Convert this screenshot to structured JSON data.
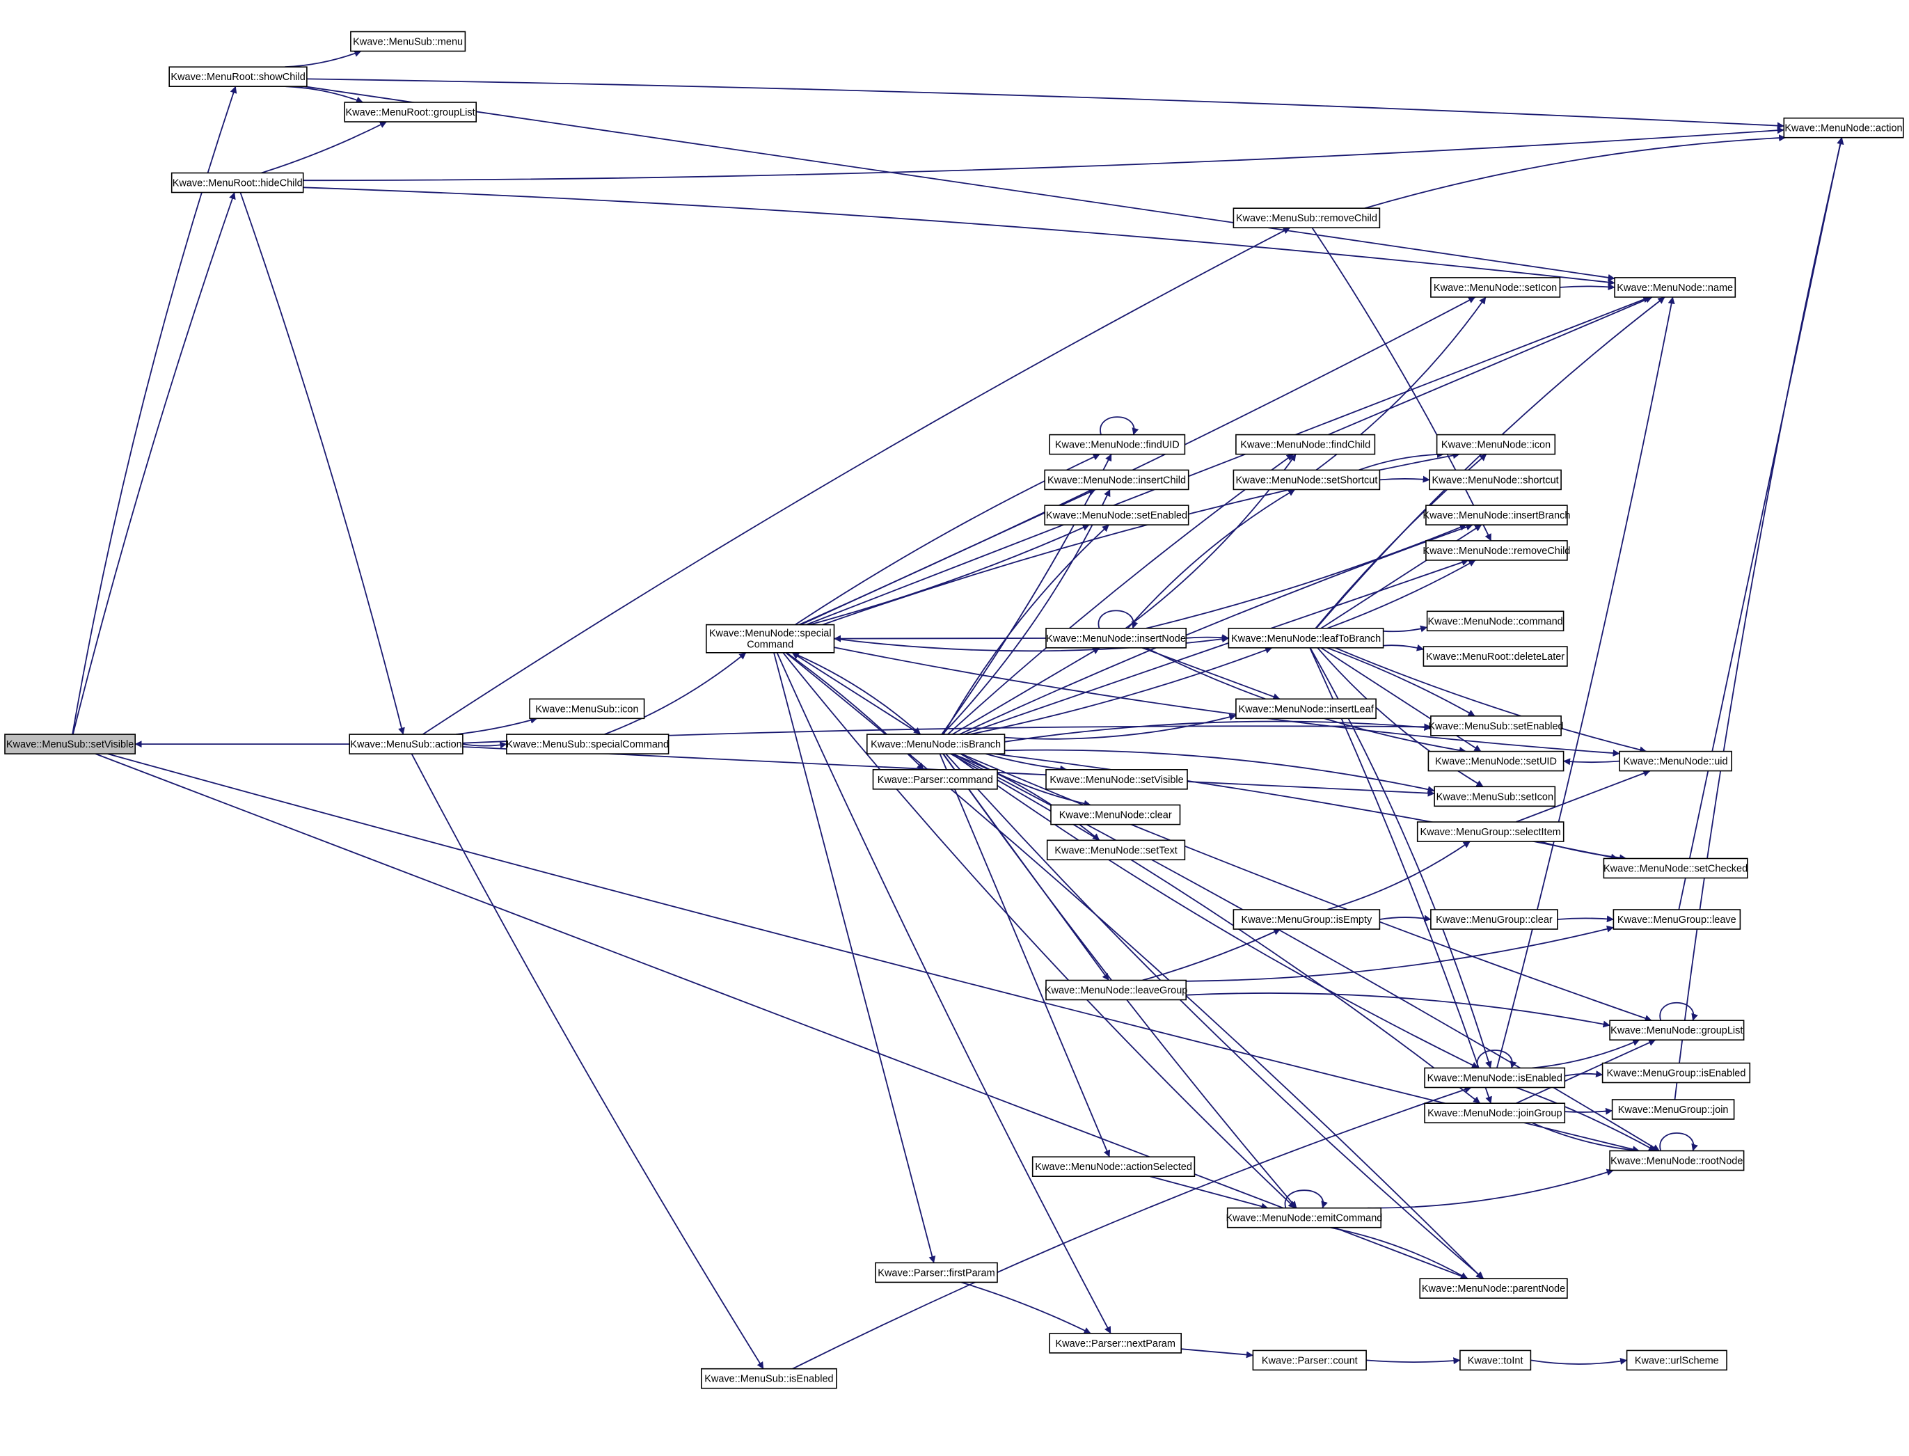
{
  "graph": {
    "edge_color": "#191970",
    "highlight_fill": "#bfbfbf",
    "nodes": [
      {
        "id": "setVisibleSub",
        "label": "Kwave::MenuSub::setVisible",
        "highlight": true
      },
      {
        "id": "showChild",
        "label": "Kwave::MenuRoot::showChild"
      },
      {
        "id": "subMenu",
        "label": "Kwave::MenuSub::menu"
      },
      {
        "id": "rootGroupList",
        "label": "Kwave::MenuRoot::groupList"
      },
      {
        "id": "hideChild",
        "label": "Kwave::MenuRoot::hideChild"
      },
      {
        "id": "nodeAction",
        "label": "Kwave::MenuNode::action"
      },
      {
        "id": "subRemoveChild",
        "label": "Kwave::MenuSub::removeChild"
      },
      {
        "id": "nodeSetIcon",
        "label": "Kwave::MenuNode::setIcon"
      },
      {
        "id": "nodeName",
        "label": "Kwave::MenuNode::name"
      },
      {
        "id": "findUID",
        "label": "Kwave::MenuNode::findUID"
      },
      {
        "id": "findChild",
        "label": "Kwave::MenuNode::findChild"
      },
      {
        "id": "nodeIcon",
        "label": "Kwave::MenuNode::icon"
      },
      {
        "id": "insertChild",
        "label": "Kwave::MenuNode::insertChild"
      },
      {
        "id": "setShortcut",
        "label": "Kwave::MenuNode::setShortcut"
      },
      {
        "id": "shortcut",
        "label": "Kwave::MenuNode::shortcut"
      },
      {
        "id": "nodeSetEnabled",
        "label": "Kwave::MenuNode::setEnabled"
      },
      {
        "id": "insertBranch",
        "label": "Kwave::MenuNode::insertBranch"
      },
      {
        "id": "nodeRemoveChild",
        "label": "Kwave::MenuNode::removeChild"
      },
      {
        "id": "specialCommandNode",
        "label": "Kwave::MenuNode::special\nCommand"
      },
      {
        "id": "insertNode",
        "label": "Kwave::MenuNode::insertNode"
      },
      {
        "id": "leafToBranch",
        "label": "Kwave::MenuNode::leafToBranch"
      },
      {
        "id": "nodeCommand",
        "label": "Kwave::MenuNode::command"
      },
      {
        "id": "deleteLater",
        "label": "Kwave::MenuRoot::deleteLater"
      },
      {
        "id": "subIcon",
        "label": "Kwave::MenuSub::icon"
      },
      {
        "id": "subAction",
        "label": "Kwave::MenuSub::action"
      },
      {
        "id": "subSpecialCommand",
        "label": "Kwave::MenuSub::specialCommand"
      },
      {
        "id": "isBranch",
        "label": "Kwave::MenuNode::isBranch"
      },
      {
        "id": "insertLeaf",
        "label": "Kwave::MenuNode::insertLeaf"
      },
      {
        "id": "subSetEnabled",
        "label": "Kwave::MenuSub::setEnabled"
      },
      {
        "id": "parserCommand",
        "label": "Kwave::Parser::command"
      },
      {
        "id": "nodeSetVisible",
        "label": "Kwave::MenuNode::setVisible"
      },
      {
        "id": "setUID",
        "label": "Kwave::MenuNode::setUID"
      },
      {
        "id": "uid",
        "label": "Kwave::MenuNode::uid"
      },
      {
        "id": "subSetIcon",
        "label": "Kwave::MenuSub::setIcon"
      },
      {
        "id": "nodeClear",
        "label": "Kwave::MenuNode::clear"
      },
      {
        "id": "selectItem",
        "label": "Kwave::MenuGroup::selectItem"
      },
      {
        "id": "setText",
        "label": "Kwave::MenuNode::setText"
      },
      {
        "id": "setChecked",
        "label": "Kwave::MenuNode::setChecked"
      },
      {
        "id": "groupIsEmpty",
        "label": "Kwave::MenuGroup::isEmpty"
      },
      {
        "id": "groupClear",
        "label": "Kwave::MenuGroup::clear"
      },
      {
        "id": "groupLeave",
        "label": "Kwave::MenuGroup::leave"
      },
      {
        "id": "leaveGroup",
        "label": "Kwave::MenuNode::leaveGroup"
      },
      {
        "id": "nodeGroupList",
        "label": "Kwave::MenuNode::groupList"
      },
      {
        "id": "nodeIsEnabled",
        "label": "Kwave::MenuNode::isEnabled"
      },
      {
        "id": "groupIsEnabled",
        "label": "Kwave::MenuGroup::isEnabled"
      },
      {
        "id": "joinGroup",
        "label": "Kwave::MenuNode::joinGroup"
      },
      {
        "id": "groupJoin",
        "label": "Kwave::MenuGroup::join"
      },
      {
        "id": "rootNode",
        "label": "Kwave::MenuNode::rootNode"
      },
      {
        "id": "actionSelected",
        "label": "Kwave::MenuNode::actionSelected"
      },
      {
        "id": "emitCommand",
        "label": "Kwave::MenuNode::emitCommand"
      },
      {
        "id": "firstParam",
        "label": "Kwave::Parser::firstParam"
      },
      {
        "id": "parentNode",
        "label": "Kwave::MenuNode::parentNode"
      },
      {
        "id": "nextParam",
        "label": "Kwave::Parser::nextParam"
      },
      {
        "id": "parserCount",
        "label": "Kwave::Parser::count"
      },
      {
        "id": "toInt",
        "label": "Kwave::toInt"
      },
      {
        "id": "urlScheme",
        "label": "Kwave::urlScheme"
      },
      {
        "id": "subIsEnabled",
        "label": "Kwave::MenuSub::isEnabled"
      }
    ],
    "edges": [
      [
        "setVisibleSub",
        "showChild"
      ],
      [
        "setVisibleSub",
        "hideChild"
      ],
      [
        "setVisibleSub",
        "parentNode"
      ],
      [
        "setVisibleSub",
        "rootNode"
      ],
      [
        "showChild",
        "subMenu"
      ],
      [
        "showChild",
        "rootGroupList"
      ],
      [
        "showChild",
        "nodeAction"
      ],
      [
        "showChild",
        "nodeName"
      ],
      [
        "hideChild",
        "rootGroupList"
      ],
      [
        "hideChild",
        "nodeAction"
      ],
      [
        "hideChild",
        "nodeName"
      ],
      [
        "hideChild",
        "subAction"
      ],
      [
        "subAction",
        "setVisibleSub"
      ],
      [
        "subAction",
        "subIcon"
      ],
      [
        "subAction",
        "subSpecialCommand"
      ],
      [
        "subAction",
        "subRemoveChild"
      ],
      [
        "subAction",
        "subSetEnabled"
      ],
      [
        "subAction",
        "subSetIcon"
      ],
      [
        "subAction",
        "subIsEnabled"
      ],
      [
        "subSpecialCommand",
        "specialCommandNode"
      ],
      [
        "subRemoveChild",
        "nodeAction"
      ],
      [
        "subRemoveChild",
        "nodeRemoveChild"
      ],
      [
        "specialCommandNode",
        "nodeName"
      ],
      [
        "specialCommandNode",
        "nodeSetIcon"
      ],
      [
        "specialCommandNode",
        "uid"
      ],
      [
        "specialCommandNode",
        "nodeIcon"
      ],
      [
        "specialCommandNode",
        "findUID"
      ],
      [
        "specialCommandNode",
        "insertChild"
      ],
      [
        "specialCommandNode",
        "nodeSetEnabled"
      ],
      [
        "specialCommandNode",
        "leafToBranch"
      ],
      [
        "specialCommandNode",
        "isBranch"
      ],
      [
        "specialCommandNode",
        "parserCommand"
      ],
      [
        "specialCommandNode",
        "firstParam"
      ],
      [
        "specialCommandNode",
        "nextParam"
      ],
      [
        "specialCommandNode",
        "emitCommand"
      ],
      [
        "specialCommandNode",
        "parentNode"
      ],
      [
        "nodeSetIcon",
        "nodeName"
      ],
      [
        "findChild",
        "nodeName"
      ],
      [
        "findUID",
        "findUID"
      ],
      [
        "setShortcut",
        "nodeSetIcon"
      ],
      [
        "setShortcut",
        "nodeIcon"
      ],
      [
        "setShortcut",
        "shortcut"
      ],
      [
        "insertNode",
        "specialCommandNode"
      ],
      [
        "insertNode",
        "insertNode"
      ],
      [
        "insertNode",
        "findChild"
      ],
      [
        "insertNode",
        "setShortcut"
      ],
      [
        "insertNode",
        "leafToBranch"
      ],
      [
        "insertNode",
        "insertLeaf"
      ],
      [
        "insertNode",
        "insertBranch"
      ],
      [
        "insertNode",
        "setUID"
      ],
      [
        "leafToBranch",
        "nodeName"
      ],
      [
        "leafToBranch",
        "nodeIcon"
      ],
      [
        "leafToBranch",
        "insertBranch"
      ],
      [
        "leafToBranch",
        "nodeRemoveChild"
      ],
      [
        "leafToBranch",
        "nodeCommand"
      ],
      [
        "leafToBranch",
        "deleteLater"
      ],
      [
        "leafToBranch",
        "subSetEnabled"
      ],
      [
        "leafToBranch",
        "setUID"
      ],
      [
        "leafToBranch",
        "uid"
      ],
      [
        "leafToBranch",
        "subSetIcon"
      ],
      [
        "leafToBranch",
        "nodeIsEnabled"
      ],
      [
        "leafToBranch",
        "joinGroup"
      ],
      [
        "isBranch",
        "specialCommandNode"
      ],
      [
        "isBranch",
        "findUID"
      ],
      [
        "isBranch",
        "insertChild"
      ],
      [
        "isBranch",
        "nodeSetEnabled"
      ],
      [
        "isBranch",
        "findChild"
      ],
      [
        "isBranch",
        "insertNode"
      ],
      [
        "isBranch",
        "leafToBranch"
      ],
      [
        "isBranch",
        "insertLeaf"
      ],
      [
        "isBranch",
        "subSetEnabled"
      ],
      [
        "isBranch",
        "insertBranch"
      ],
      [
        "isBranch",
        "nodeRemoveChild"
      ],
      [
        "isBranch",
        "nodeSetVisible"
      ],
      [
        "isBranch",
        "nodeClear"
      ],
      [
        "isBranch",
        "setText"
      ],
      [
        "isBranch",
        "setChecked"
      ],
      [
        "isBranch",
        "leaveGroup"
      ],
      [
        "isBranch",
        "nodeGroupList"
      ],
      [
        "isBranch",
        "nodeIsEnabled"
      ],
      [
        "isBranch",
        "joinGroup"
      ],
      [
        "isBranch",
        "rootNode"
      ],
      [
        "isBranch",
        "actionSelected"
      ],
      [
        "isBranch",
        "emitCommand"
      ],
      [
        "isBranch",
        "parentNode"
      ],
      [
        "isBranch",
        "subSetIcon"
      ],
      [
        "uid",
        "setUID"
      ],
      [
        "selectItem",
        "uid"
      ],
      [
        "selectItem",
        "setChecked"
      ],
      [
        "groupIsEmpty",
        "selectItem"
      ],
      [
        "groupIsEmpty",
        "groupClear"
      ],
      [
        "groupClear",
        "groupLeave"
      ],
      [
        "groupLeave",
        "nodeAction"
      ],
      [
        "leaveGroup",
        "groupIsEmpty"
      ],
      [
        "leaveGroup",
        "groupLeave"
      ],
      [
        "leaveGroup",
        "nodeGroupList"
      ],
      [
        "nodeGroupList",
        "nodeGroupList"
      ],
      [
        "nodeIsEnabled",
        "nodeIsEnabled"
      ],
      [
        "nodeIsEnabled",
        "nodeName"
      ],
      [
        "nodeIsEnabled",
        "nodeGroupList"
      ],
      [
        "nodeIsEnabled",
        "groupIsEnabled"
      ],
      [
        "nodeIsEnabled",
        "rootNode"
      ],
      [
        "joinGroup",
        "nodeGroupList"
      ],
      [
        "joinGroup",
        "groupJoin"
      ],
      [
        "joinGroup",
        "rootNode"
      ],
      [
        "groupJoin",
        "nodeAction"
      ],
      [
        "rootNode",
        "rootNode"
      ],
      [
        "actionSelected",
        "emitCommand"
      ],
      [
        "emitCommand",
        "emitCommand"
      ],
      [
        "emitCommand",
        "rootNode"
      ],
      [
        "emitCommand",
        "parentNode"
      ],
      [
        "firstParam",
        "nextParam"
      ],
      [
        "nextParam",
        "parserCount"
      ],
      [
        "parserCount",
        "toInt"
      ],
      [
        "toInt",
        "urlScheme"
      ],
      [
        "subIsEnabled",
        "nodeIsEnabled"
      ]
    ]
  }
}
